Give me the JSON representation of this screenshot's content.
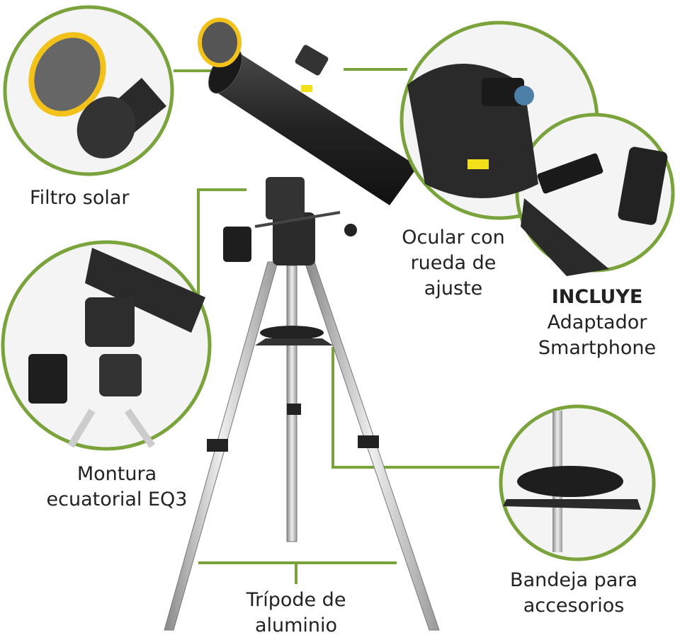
{
  "colors": {
    "accent": "#7aa33c",
    "tube": "#2a2a2a",
    "leg": "#c9c9c9",
    "filter": "#f2c21b"
  },
  "labels": {
    "solar_filter": "Filtro solar",
    "eyepiece": [
      "Ocular con",
      "rueda de",
      "ajuste"
    ],
    "includes_title": "INCLUYE",
    "includes_item": [
      "Adaptador",
      "Smartphone"
    ],
    "mount": [
      "Montura",
      "ecuatorial EQ3"
    ],
    "tripod": [
      "Trípode de",
      "aluminio"
    ],
    "tray": [
      "Bandeja para",
      "accesorios"
    ]
  }
}
